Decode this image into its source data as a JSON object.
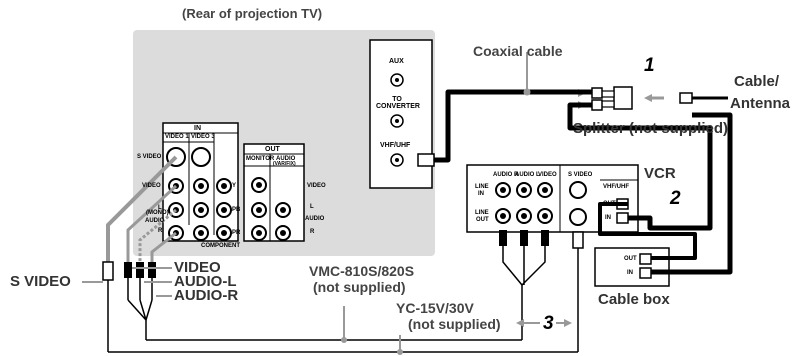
{
  "header": "(Rear of projection TV)",
  "labels": {
    "coaxial": "Coaxial cable",
    "cable_antenna_1": "Cable/",
    "cable_antenna_2": "Antenna",
    "splitter": "Splitter (not supplied)",
    "vcr": "VCR",
    "cable_box": "Cable box",
    "svideo": "S VIDEO",
    "video": "VIDEO",
    "audio_l": "AUDIO-L",
    "audio_r": "AUDIO-R",
    "vmc_1": "VMC-810S/820S",
    "vmc_2": "(not supplied)",
    "yc_1": "YC-15V/30V",
    "yc_2": "(not supplied)"
  },
  "steps": [
    "1",
    "2",
    "3"
  ],
  "tv_panel": {
    "aux": "AUX",
    "to_converter": "TO CONVERTER",
    "vhf_uhf": "VHF/UHF",
    "in": "IN",
    "video1": "VIDEO 1",
    "video3": "VIDEO 3",
    "s_video": "S VIDEO",
    "video": "VIDEO",
    "audio_mono": "(MONO)",
    "audio": "AUDIO",
    "l": "L",
    "r": "R",
    "y": "Y",
    "pb": "PB",
    "pr": "PR",
    "component": "COMPONENT",
    "out": "OUT",
    "monitor": "MONITOR",
    "audio_var": "AUDIO",
    "var_fix": "(VAR/FIX)",
    "out_video": "VIDEO",
    "out_l": "L",
    "out_audio": "AUDIO",
    "out_r": "R"
  },
  "vcr_panel": {
    "audio_r": "AUDIO R",
    "audio_l": "AUDIO L",
    "video": "VIDEO",
    "s_video": "S VIDEO",
    "line_in_1": "LINE",
    "line_in_2": "IN",
    "line_out_1": "LINE",
    "line_out_2": "OUT",
    "vhf_uhf": "VHF/UHF",
    "out": "OUT",
    "in": "IN"
  },
  "cable_box_panel": {
    "out": "OUT",
    "in": "IN"
  }
}
